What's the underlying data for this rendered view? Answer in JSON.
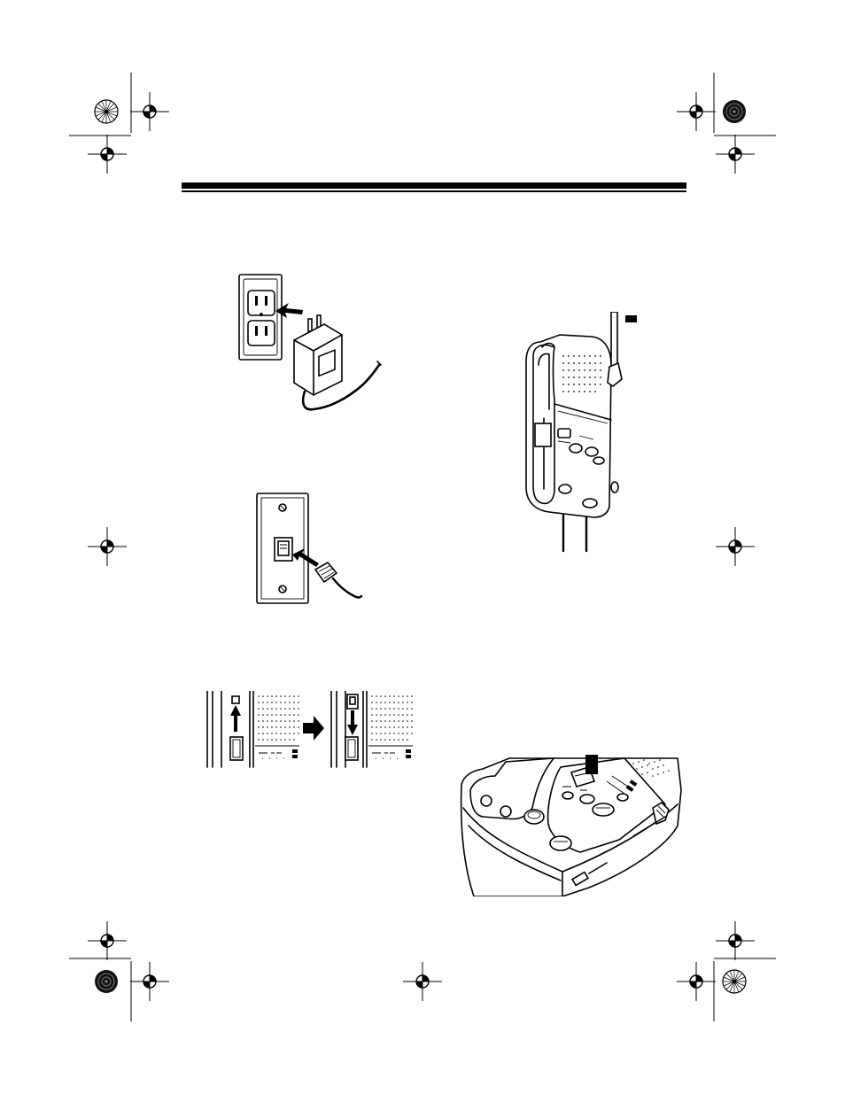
{
  "page": {
    "header_rule": "double-rule",
    "background": "#ffffff",
    "ink": "#000000"
  },
  "figures": [
    {
      "id": "ac-outlet-adapter",
      "icon": "ac-adapter-plug-icon"
    },
    {
      "id": "modular-wall-jack",
      "icon": "phone-wall-jack-icon"
    },
    {
      "id": "base-wall-mounted",
      "icon": "wall-mounted-base-icon"
    },
    {
      "id": "handset-hook-flip",
      "icon": "handset-hook-tab-icon"
    },
    {
      "id": "base-desk-detail",
      "icon": "base-unit-closeup-icon"
    }
  ],
  "registration_marks": 12,
  "color_targets": 4
}
